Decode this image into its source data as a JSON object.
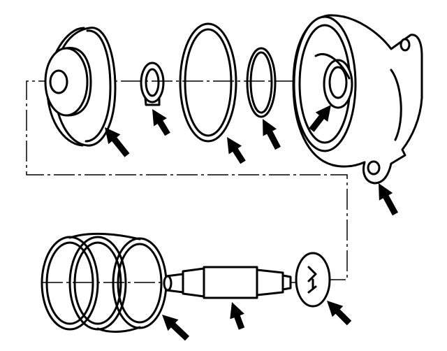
{
  "figure": {
    "background": "#ffffff",
    "ink": "#000000",
    "parts": [
      "piston-cup",
      "snap-ring",
      "large-o-ring",
      "small-o-ring",
      "accumulator-housing",
      "housing-bolt-boss",
      "springs",
      "piston-pin",
      "end-plug"
    ]
  }
}
